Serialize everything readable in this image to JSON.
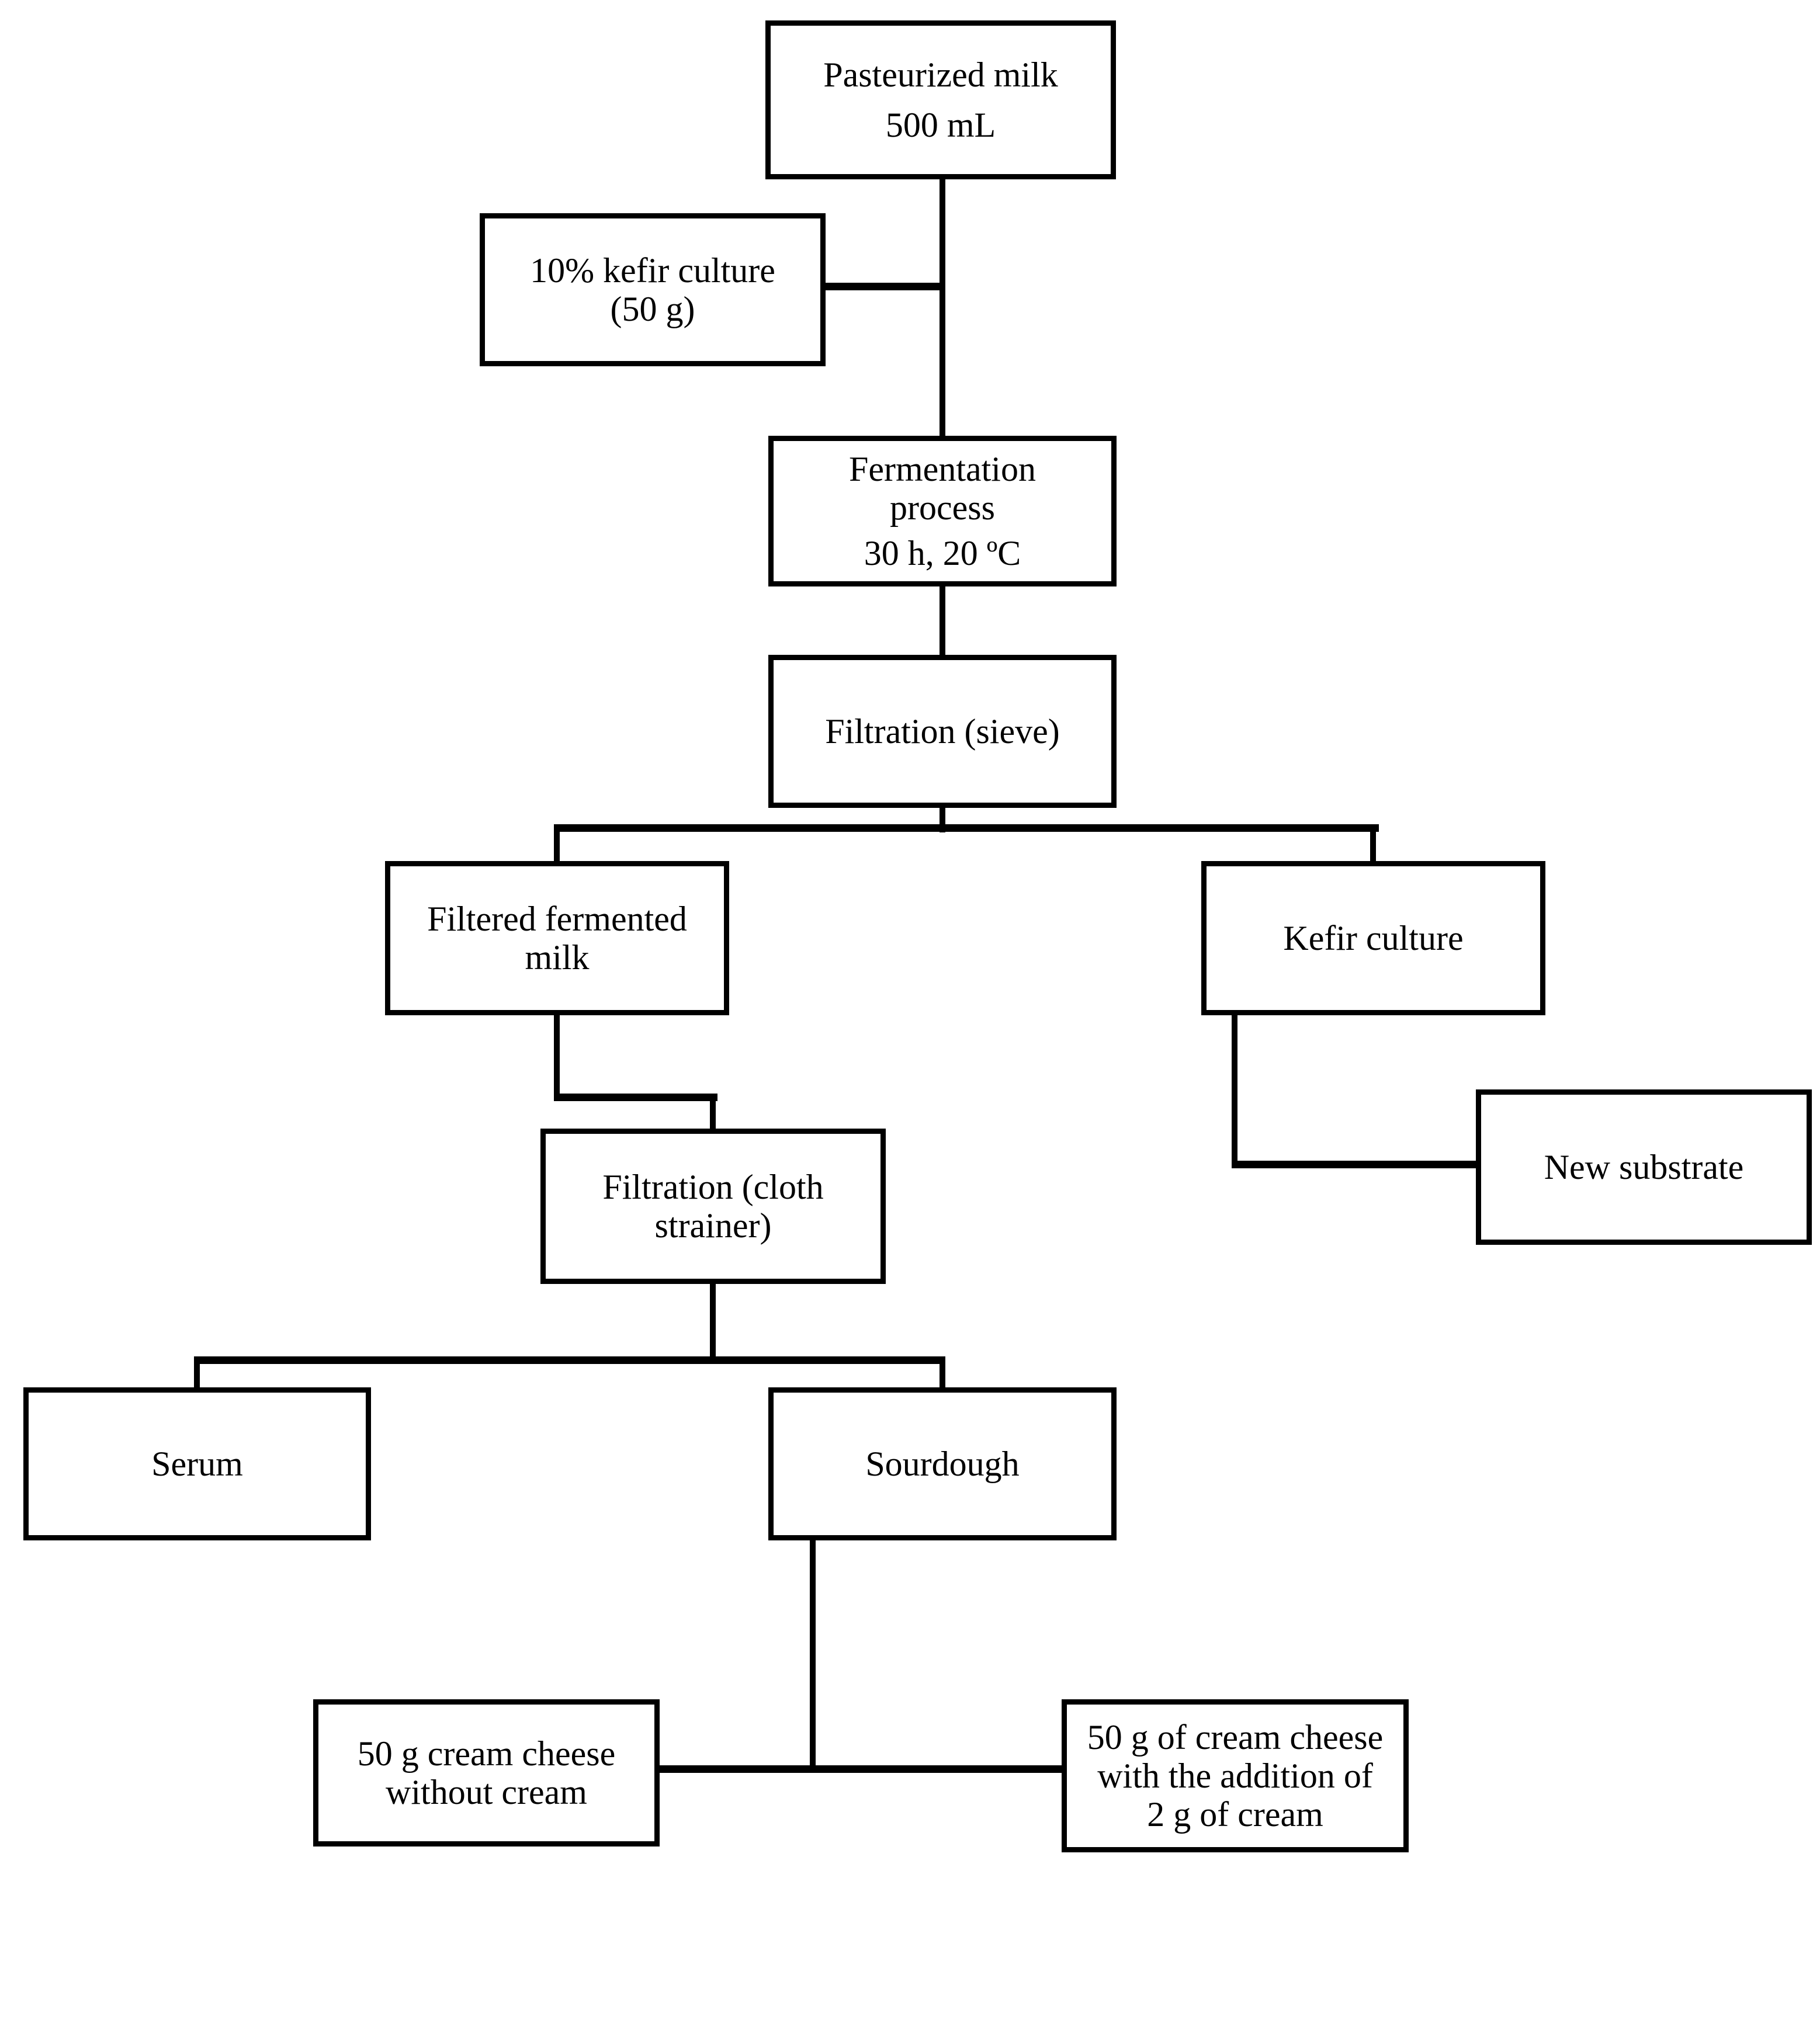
{
  "diagram": {
    "figure_type": "flowchart",
    "nodes": [
      {
        "id": "pasteurized-milk",
        "lines": [
          "Pasteurized milk",
          "500 mL"
        ]
      },
      {
        "id": "kefir-culture-10-percent",
        "lines": [
          "10% kefir culture",
          "(50 g)"
        ]
      },
      {
        "id": "fermentation-process",
        "lines": [
          "Fermentation",
          "process",
          "30 h, 20 ºC"
        ]
      },
      {
        "id": "filtration-sieve",
        "lines": [
          "Filtration (sieve)"
        ]
      },
      {
        "id": "filtered-fermented-milk",
        "lines": [
          "Filtered fermented",
          "milk"
        ]
      },
      {
        "id": "kefir-culture",
        "lines": [
          "Kefir culture"
        ]
      },
      {
        "id": "new-substrate",
        "lines": [
          "New substrate"
        ]
      },
      {
        "id": "filtration-cloth-strainer",
        "lines": [
          "Filtration (cloth",
          "strainer)"
        ]
      },
      {
        "id": "serum",
        "lines": [
          "Serum"
        ]
      },
      {
        "id": "sourdough",
        "lines": [
          "Sourdough"
        ]
      },
      {
        "id": "cream-cheese-without-cream",
        "lines": [
          "50 g cream cheese",
          "without cream"
        ]
      },
      {
        "id": "cream-cheese-with-cream",
        "lines": [
          "50 g of cream cheese",
          "with the addition of",
          "2 g of cream"
        ]
      }
    ],
    "edges": [
      {
        "from": "pasteurized-milk",
        "to": "fermentation-process"
      },
      {
        "from": "kefir-culture-10-percent",
        "to": "fermentation-process"
      },
      {
        "from": "fermentation-process",
        "to": "filtration-sieve"
      },
      {
        "from": "filtration-sieve",
        "to": "filtered-fermented-milk"
      },
      {
        "from": "filtration-sieve",
        "to": "kefir-culture"
      },
      {
        "from": "kefir-culture",
        "to": "new-substrate"
      },
      {
        "from": "filtered-fermented-milk",
        "to": "filtration-cloth-strainer"
      },
      {
        "from": "filtration-cloth-strainer",
        "to": "serum"
      },
      {
        "from": "filtration-cloth-strainer",
        "to": "sourdough"
      },
      {
        "from": "sourdough",
        "to": "cream-cheese-without-cream"
      },
      {
        "from": "sourdough",
        "to": "cream-cheese-with-cream"
      }
    ]
  },
  "colors": {
    "background": "#ffffff",
    "line": "#000000",
    "text": "#000000"
  }
}
